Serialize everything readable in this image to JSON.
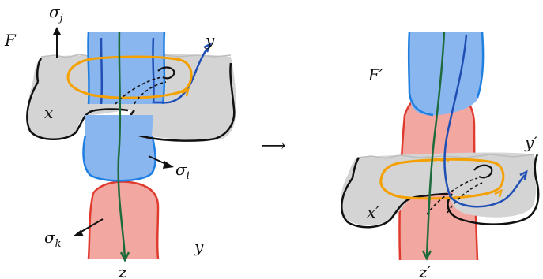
{
  "left": {
    "surface": "F",
    "curve_x": "x",
    "curve_y_top": "y",
    "curve_y_bottom": "y",
    "arc_z": "z",
    "sigma_j": {
      "base": "σ",
      "sub": "j"
    },
    "sigma_i": {
      "base": "σ",
      "sub": "i"
    },
    "sigma_k": {
      "base": "σ",
      "sub": "k"
    }
  },
  "transition_arrow": "⟶",
  "right": {
    "surface": "F′",
    "curve_x": "x′",
    "curve_y": "y′",
    "arc_z": "z′"
  },
  "colors": {
    "grey_surface": "#d4d4d4",
    "blue_fill": "#8ab6f0",
    "blue_edge": "#1e7fe0",
    "red_fill": "#f2a8a0",
    "red_edge": "#e03a2e",
    "orange": "#f4a000",
    "dark_blue": "#1f4fb4",
    "green": "#1e6b3c",
    "black": "#111111"
  }
}
